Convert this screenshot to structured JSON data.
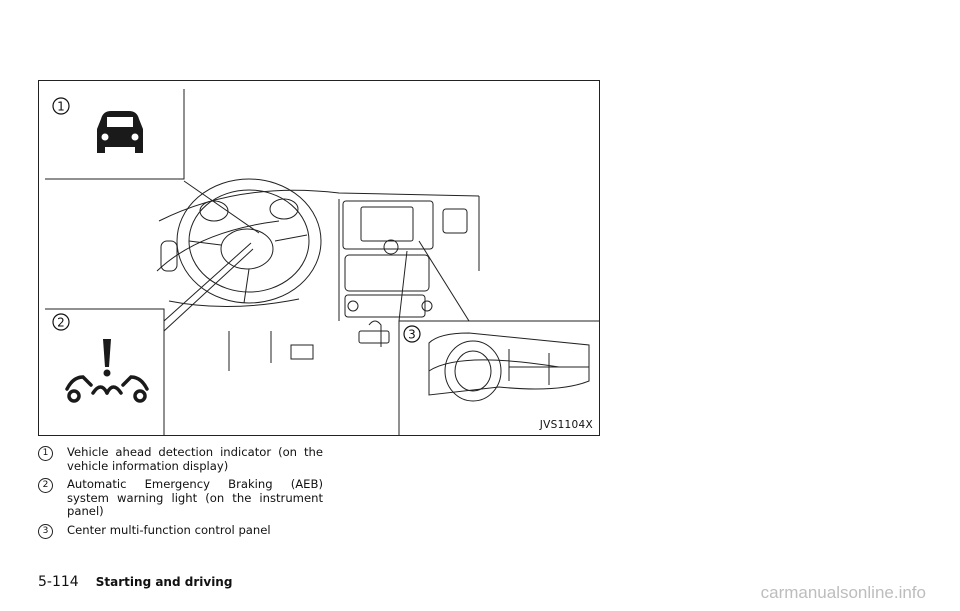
{
  "figure": {
    "code": "JVS1104X",
    "callouts": [
      "1",
      "2",
      "3"
    ]
  },
  "legend": {
    "items": [
      {
        "num": "1",
        "text": "Vehicle ahead detection indicator (on the vehicle information display)"
      },
      {
        "num": "2",
        "text": "Automatic Emergency Braking (AEB) system warning light (on the instrument panel)"
      },
      {
        "num": "3",
        "text": "Center multi-function control panel"
      }
    ]
  },
  "footer": {
    "page_number": "5-114",
    "section": "Starting and driving"
  },
  "watermark": "carmanualsonline.info"
}
